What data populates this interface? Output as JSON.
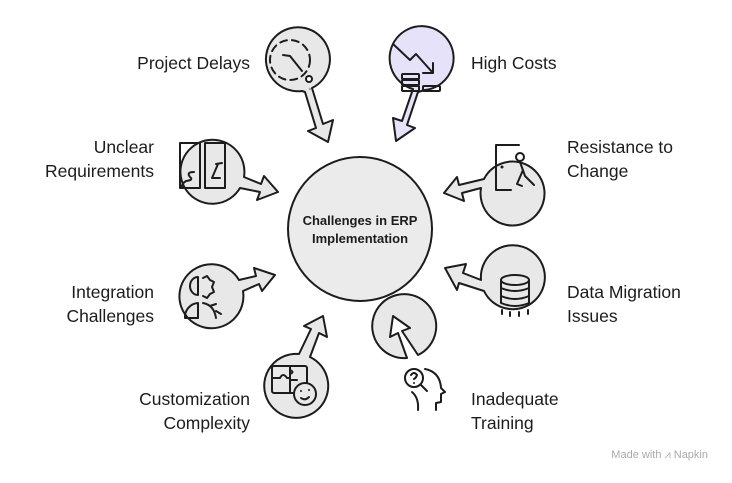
{
  "center": {
    "title_line1": "Challenges in ERP",
    "title_line2": "Implementation"
  },
  "nodes": [
    {
      "id": "project-delays",
      "lines": [
        "Project Delays"
      ],
      "icon": "clock-delay-icon",
      "fill": "#e8e8e8"
    },
    {
      "id": "high-costs",
      "lines": [
        "High Costs"
      ],
      "icon": "cost-decline-icon",
      "fill": "#e6e2fa"
    },
    {
      "id": "unclear-requirements",
      "lines": [
        "Unclear",
        "Requirements"
      ],
      "icon": "confused-paths-icon",
      "fill": "#e8e8e8"
    },
    {
      "id": "resistance-to-change",
      "lines": [
        "Resistance to",
        "Change"
      ],
      "icon": "person-leaving-door-icon",
      "fill": "#e8e8e8"
    },
    {
      "id": "integration-challenges",
      "lines": [
        "Integration",
        "Challenges"
      ],
      "icon": "person-gear-icon",
      "fill": "#e8e8e8"
    },
    {
      "id": "data-migration-issues",
      "lines": [
        "Data Migration",
        "Issues"
      ],
      "icon": "database-icon",
      "fill": "#e8e8e8"
    },
    {
      "id": "customization-complexity",
      "lines": [
        "Customization",
        "Complexity"
      ],
      "icon": "puzzle-face-icon",
      "fill": "#e8e8e8"
    },
    {
      "id": "inadequate-training",
      "lines": [
        "Inadequate",
        "Training"
      ],
      "icon": "head-question-icon",
      "fill": "#e8e8e8"
    }
  ],
  "watermark": "Made with ⩘ Napkin"
}
